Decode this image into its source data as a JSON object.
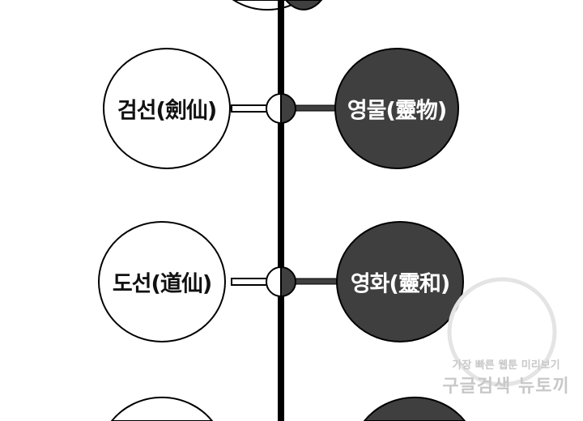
{
  "rows": [
    {
      "left": "검선(劍仙)",
      "right": "영물(靈物)"
    },
    {
      "left": "도선(道仙)",
      "right": "영화(靈和)"
    }
  ],
  "colors": {
    "dark_node": "#3f3f3f",
    "light_node": "#ffffff",
    "line": "#000000"
  },
  "watermark": {
    "line1": "가장 빠른 웹툰 미리보기",
    "line2": "구글검색 뉴토끼"
  }
}
